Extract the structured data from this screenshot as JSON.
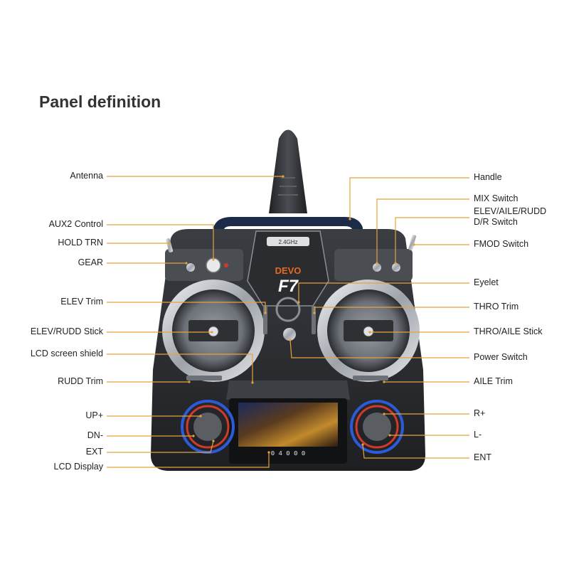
{
  "title": "Panel definition",
  "brand": {
    "logo_text": "DEVO",
    "model_text": "F7",
    "badge_text": "2.4GHz"
  },
  "screen_readout": "0 4 0 0 0",
  "colors": {
    "leader_line": "#e8a23a",
    "body_dark": "#2b2d30",
    "chrome": "#c9ccd1",
    "accent_blue": "#2d5bd6",
    "accent_red": "#d03a2a",
    "brand_orange": "#e36a1f"
  },
  "left_labels": [
    {
      "id": "antenna",
      "text": "Antenna"
    },
    {
      "id": "aux2-control",
      "text": "AUX2 Control"
    },
    {
      "id": "hold-trn",
      "text": "HOLD TRN"
    },
    {
      "id": "gear",
      "text": "GEAR"
    },
    {
      "id": "elev-trim",
      "text": "ELEV Trim"
    },
    {
      "id": "elev-rudd-stick",
      "text": "ELEV/RUDD Stick"
    },
    {
      "id": "lcd-screen-shield",
      "text": "LCD screen shield"
    },
    {
      "id": "rudd-trim",
      "text": "RUDD Trim"
    },
    {
      "id": "up-plus",
      "text": "UP+"
    },
    {
      "id": "dn-minus",
      "text": "DN-"
    },
    {
      "id": "ext",
      "text": "EXT"
    },
    {
      "id": "lcd-display",
      "text": "LCD Display"
    }
  ],
  "right_labels": [
    {
      "id": "handle",
      "text": "Handle"
    },
    {
      "id": "mix-switch",
      "text": "MIX Switch"
    },
    {
      "id": "elev-aile-rudd-dr-switch",
      "text": "ELEV/AILE/RUDD\nD/R Switch"
    },
    {
      "id": "fmod-switch",
      "text": "FMOD Switch"
    },
    {
      "id": "eyelet",
      "text": "Eyelet"
    },
    {
      "id": "thro-trim",
      "text": "THRO Trim"
    },
    {
      "id": "thro-aile-stick",
      "text": "THRO/AILE Stick"
    },
    {
      "id": "power-switch",
      "text": "Power Switch"
    },
    {
      "id": "aile-trim",
      "text": "AILE Trim"
    },
    {
      "id": "r-plus",
      "text": "R+"
    },
    {
      "id": "l-minus",
      "text": "L-"
    },
    {
      "id": "ent",
      "text": "ENT"
    }
  ]
}
